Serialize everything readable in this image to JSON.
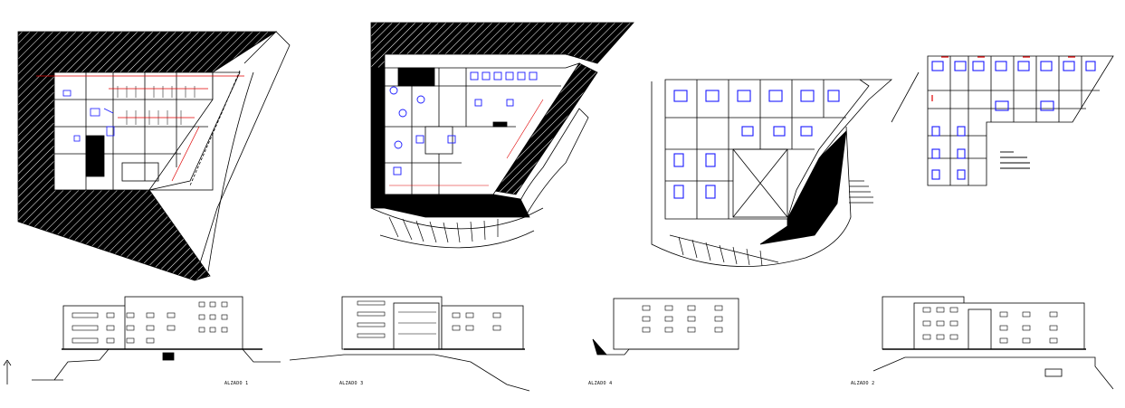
{
  "drawing": {
    "elevation_labels": [
      "ALZADO 1",
      "ALZADO 3",
      "ALZADO 4",
      "ALZADO 2"
    ]
  },
  "colors": {
    "linework": "#000000",
    "fixtures": "#1a1aff",
    "dimensions": "#e00000",
    "background": "#ffffff"
  }
}
